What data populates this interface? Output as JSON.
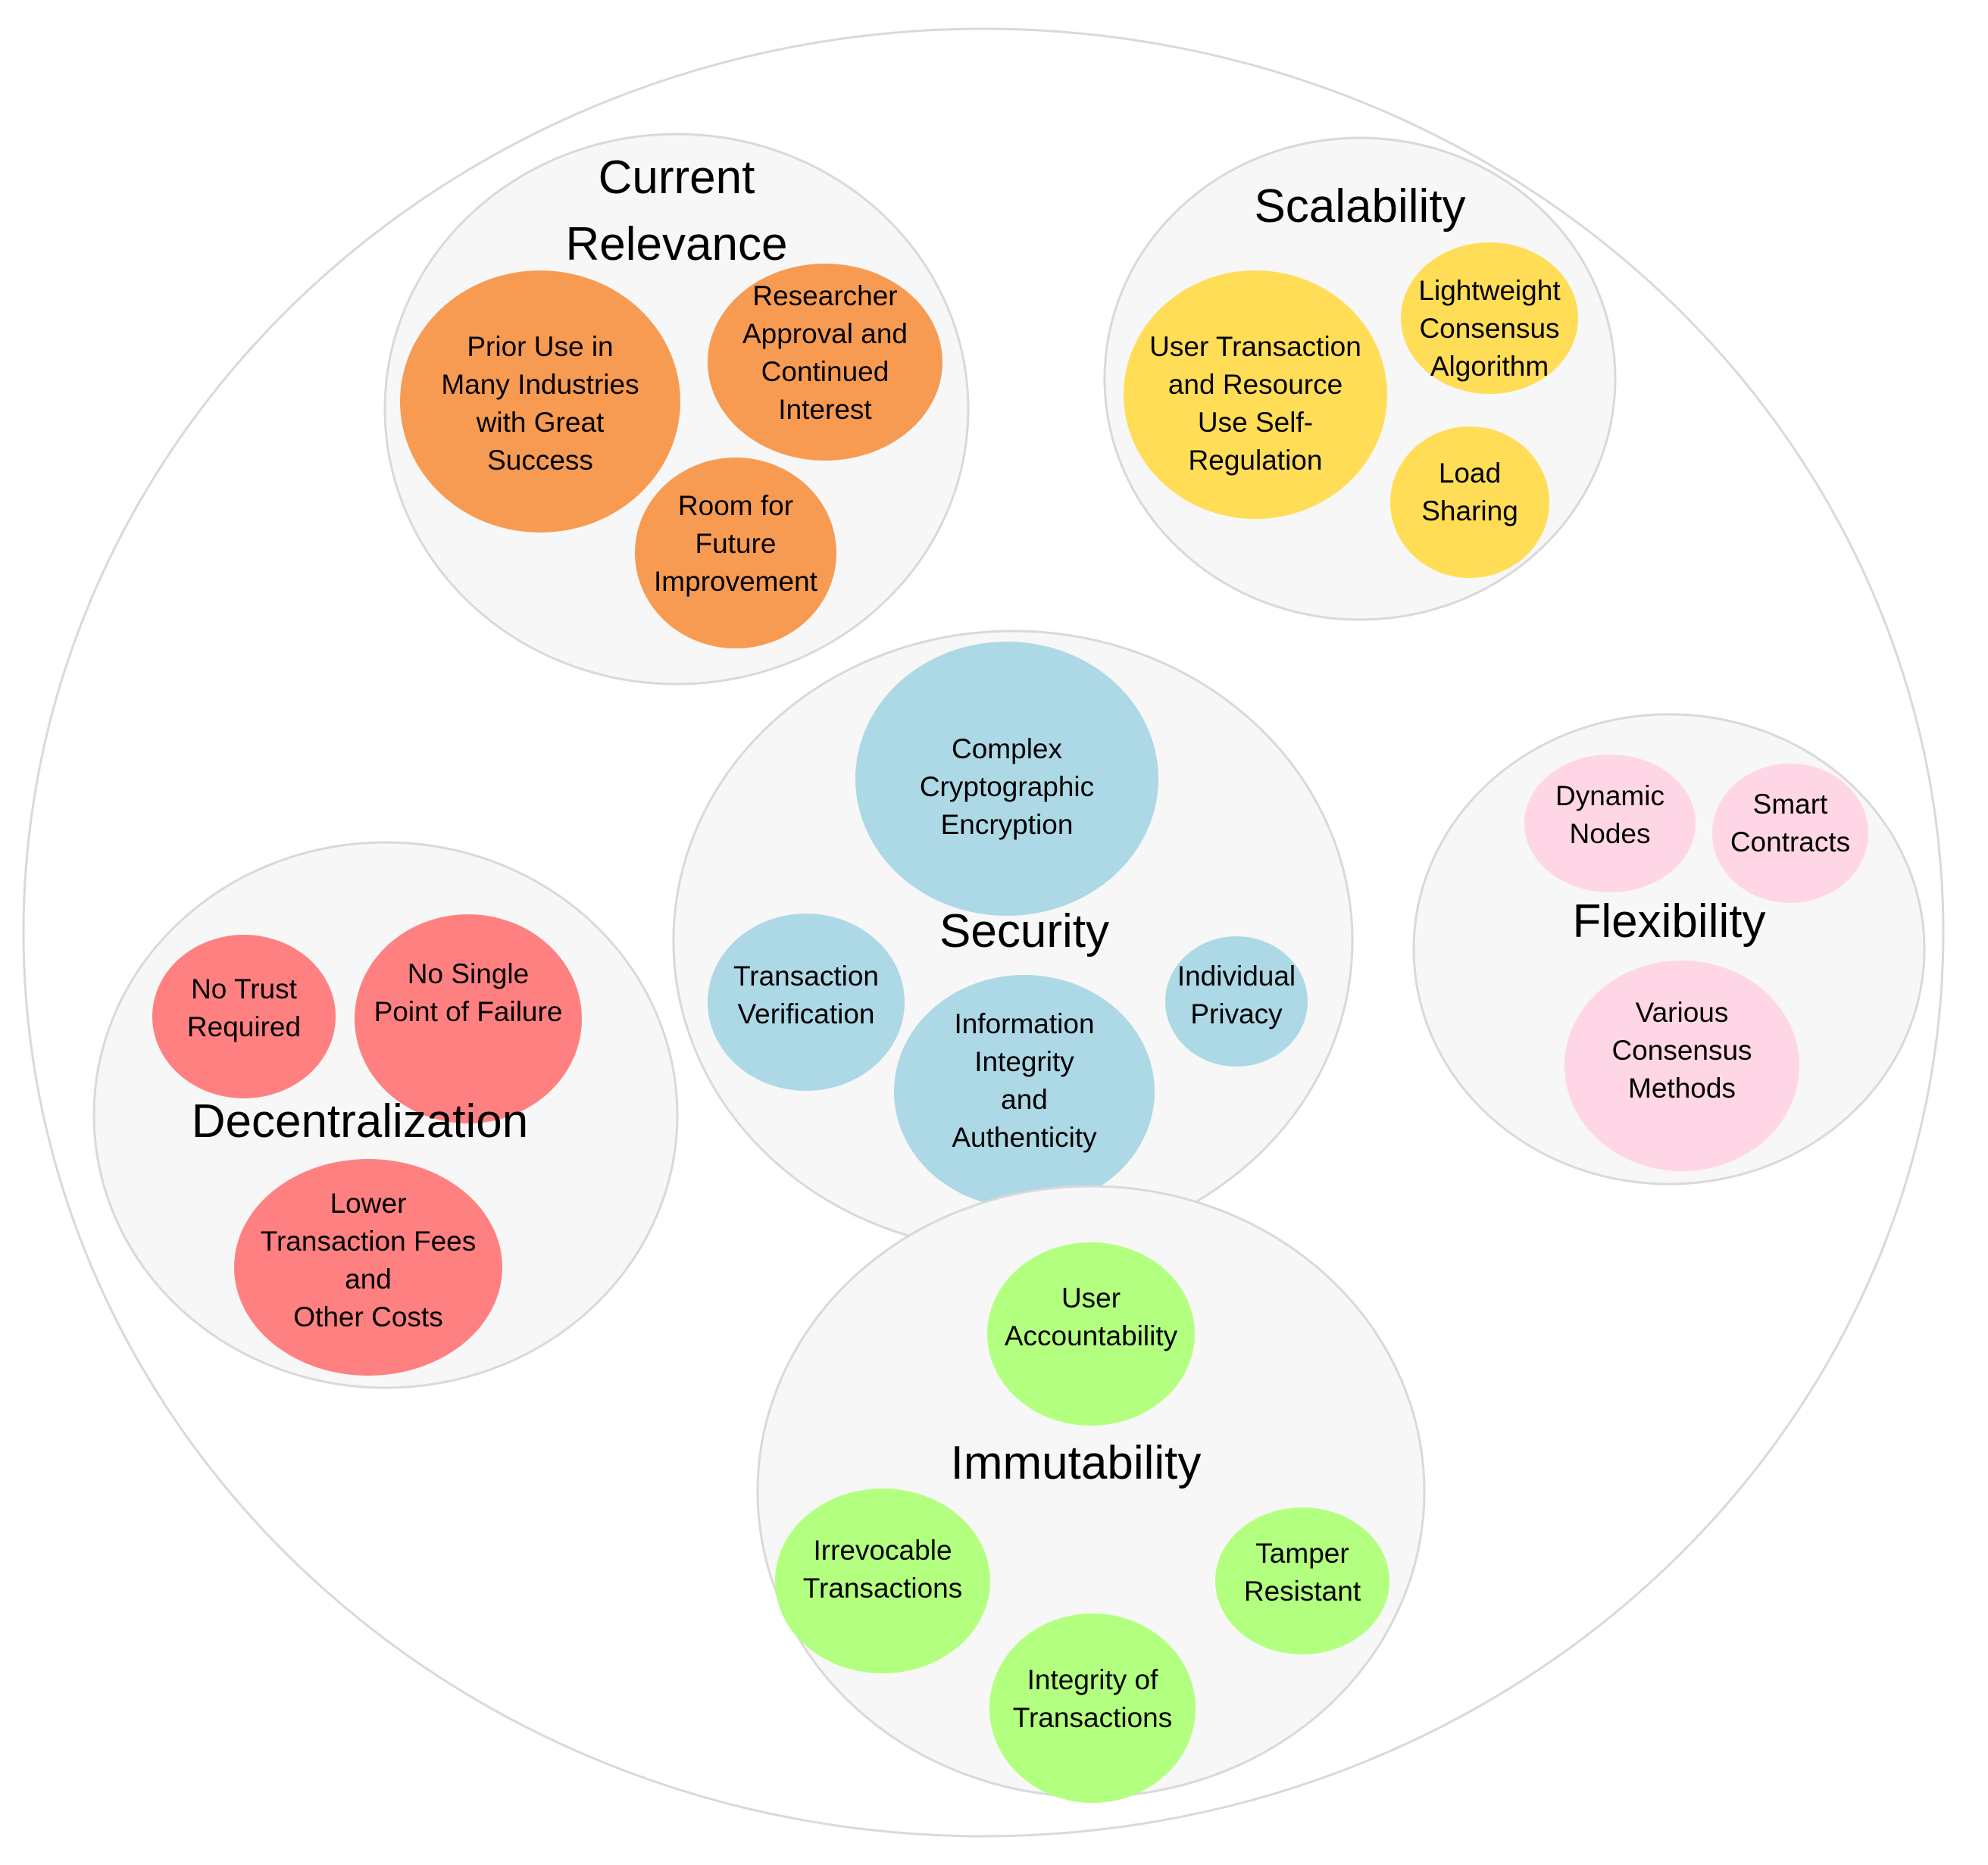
{
  "colors": {
    "current_relevance": "#f79b52",
    "scalability": "#ffdd57",
    "security": "#add8e6",
    "decentralization": "#ff8080",
    "flexibility": "#ffd6e5",
    "immutability": "#b3ff7f",
    "group_fill": "#f7f7f7",
    "outline": "#d9d9d9"
  },
  "groups": {
    "current_relevance": {
      "title": [
        "Current",
        "Relevance"
      ],
      "items": [
        [
          "Prior Use in",
          "Many Industries",
          "with Great",
          "Success"
        ],
        [
          "Researcher",
          "Approval and",
          "Continued",
          "Interest"
        ],
        [
          "Room for",
          "Future",
          "Improvement"
        ]
      ]
    },
    "scalability": {
      "title": [
        "Scalability"
      ],
      "items": [
        [
          "User Transaction",
          "and Resource",
          "Use Self-",
          "Regulation"
        ],
        [
          "Lightweight",
          "Consensus",
          "Algorithm"
        ],
        [
          "Load",
          "Sharing"
        ]
      ]
    },
    "security": {
      "title": [
        "Security"
      ],
      "items": [
        [
          "Complex",
          "Cryptographic",
          "Encryption"
        ],
        [
          "Transaction",
          "Verification"
        ],
        [
          "Information",
          "Integrity",
          "and",
          "Authenticity"
        ],
        [
          "Individual",
          "Privacy"
        ]
      ]
    },
    "decentralization": {
      "title": [
        "Decentralization"
      ],
      "items": [
        [
          "No Trust",
          "Required"
        ],
        [
          "No Single",
          "Point of Failure"
        ],
        [
          "Lower",
          "Transaction Fees",
          "and",
          "Other Costs"
        ]
      ]
    },
    "flexibility": {
      "title": [
        "Flexibility"
      ],
      "items": [
        [
          "Dynamic",
          "Nodes"
        ],
        [
          "Smart",
          "Contracts"
        ],
        [
          "Various",
          "Consensus",
          "Methods"
        ]
      ]
    },
    "immutability": {
      "title": [
        "Immutability"
      ],
      "items": [
        [
          "User",
          "Accountability"
        ],
        [
          "Irrevocable",
          "Transactions"
        ],
        [
          "Tamper",
          "Resistant"
        ],
        [
          "Integrity of",
          "Transactions"
        ]
      ]
    }
  }
}
